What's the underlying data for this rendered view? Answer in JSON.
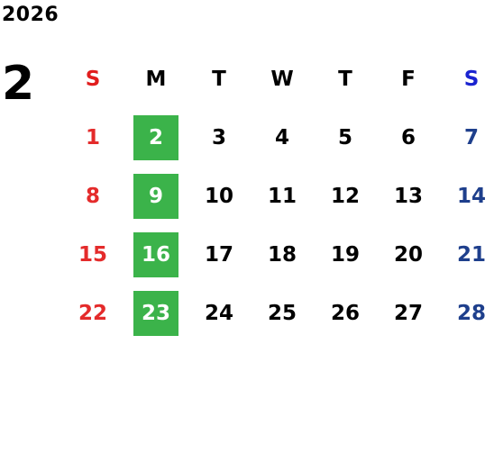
{
  "year": "2026",
  "month": "2",
  "colors": {
    "sunday_header": "#e11d1d",
    "saturday_header": "#1a23d0",
    "sunday_date": "#e42b2b",
    "saturday_date": "#1e3f8c",
    "weekday": "#000000",
    "highlight_bg": "#3bb34a",
    "highlight_text": "#ffffff"
  },
  "weekdays": [
    "S",
    "M",
    "T",
    "W",
    "T",
    "F",
    "S"
  ],
  "weeks": [
    [
      "1",
      "2",
      "3",
      "4",
      "5",
      "6",
      "7"
    ],
    [
      "8",
      "9",
      "10",
      "11",
      "12",
      "13",
      "14"
    ],
    [
      "15",
      "16",
      "17",
      "18",
      "19",
      "20",
      "21"
    ],
    [
      "22",
      "23",
      "24",
      "25",
      "26",
      "27",
      "28"
    ]
  ],
  "highlighted_days": [
    "2",
    "9",
    "16",
    "23"
  ]
}
